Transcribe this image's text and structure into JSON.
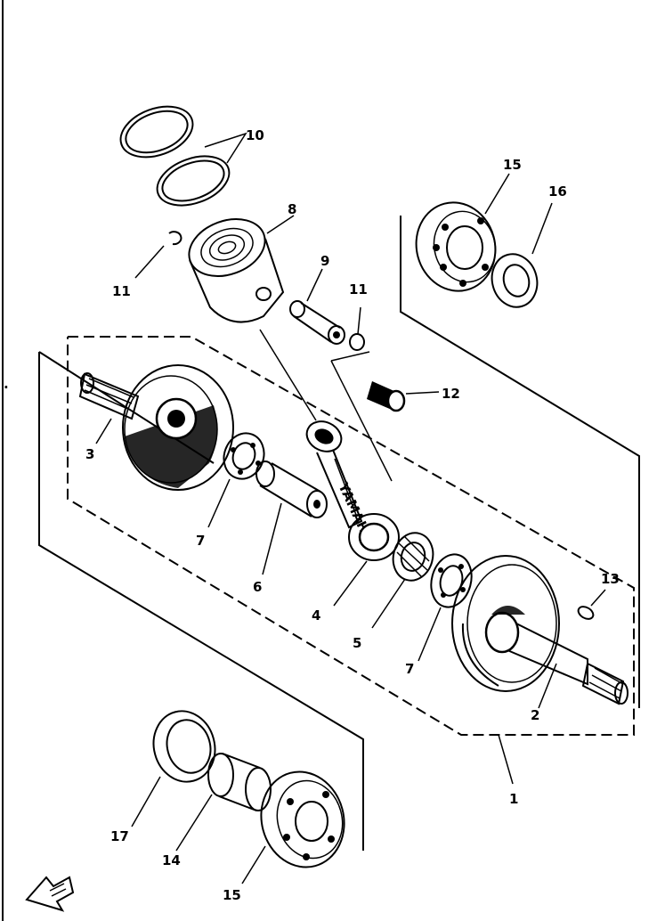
{
  "labels": {
    "l1": "1",
    "l2": "2",
    "l3": "3",
    "l4": "4",
    "l5": "5",
    "l6": "6",
    "l7a": "7",
    "l7b": "7",
    "l8": "8",
    "l9": "9",
    "l10": "10",
    "l11a": "11",
    "l11b": "11",
    "l12": "12",
    "l13": "13",
    "l14": "14",
    "l15a": "15",
    "l15b": "15",
    "l16": "16",
    "l17": "17"
  },
  "conrod_stamp": "YAMAHA"
}
